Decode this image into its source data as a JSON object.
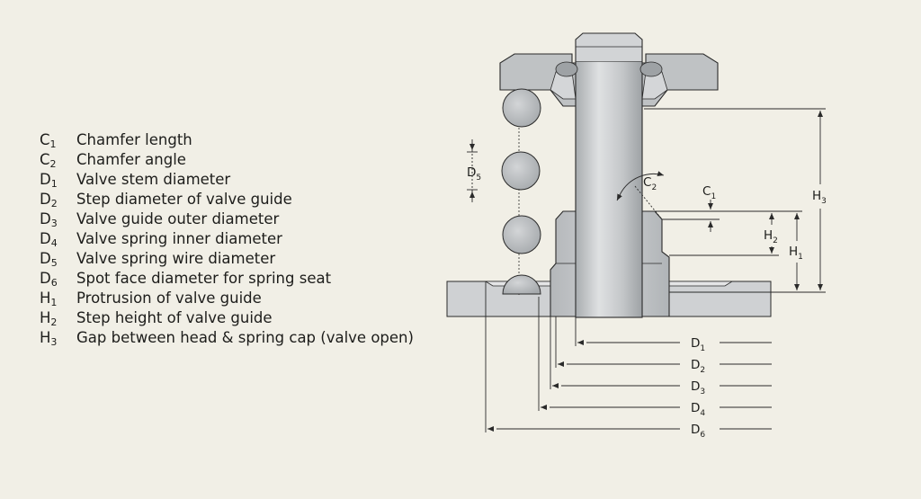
{
  "legend": [
    {
      "sym": "C",
      "sub": "1",
      "desc": "Chamfer length"
    },
    {
      "sym": "C",
      "sub": "2",
      "desc": "Chamfer angle"
    },
    {
      "sym": "D",
      "sub": "1",
      "desc": "Valve stem diameter"
    },
    {
      "sym": "D",
      "sub": "2",
      "desc": "Step diameter of valve guide"
    },
    {
      "sym": "D",
      "sub": "3",
      "desc": "Valve guide outer diameter"
    },
    {
      "sym": "D",
      "sub": "4",
      "desc": "Valve spring inner diameter"
    },
    {
      "sym": "D",
      "sub": "5",
      "desc": "Valve spring wire diameter"
    },
    {
      "sym": "D",
      "sub": "6",
      "desc": "Spot face diameter for spring seat"
    },
    {
      "sym": "H",
      "sub": "1",
      "desc": "Protrusion of valve guide"
    },
    {
      "sym": "H",
      "sub": "2",
      "desc": "Step height of valve guide"
    },
    {
      "sym": "H",
      "sub": "3",
      "desc": "Gap between head & spring cap (valve open)"
    }
  ],
  "labels": {
    "d5": {
      "sym": "D",
      "sub": "5"
    },
    "c2": {
      "sym": "C",
      "sub": "2"
    },
    "c1": {
      "sym": "C",
      "sub": "1"
    },
    "h3": {
      "sym": "H",
      "sub": "3"
    },
    "h2": {
      "sym": "H",
      "sub": "2"
    },
    "h1": {
      "sym": "H",
      "sub": "1"
    },
    "d1": {
      "sym": "D",
      "sub": "1"
    },
    "d2": {
      "sym": "D",
      "sub": "2"
    },
    "d3": {
      "sym": "D",
      "sub": "3"
    },
    "d4": {
      "sym": "D",
      "sub": "4"
    },
    "d6": {
      "sym": "D",
      "sub": "6"
    }
  },
  "colors": {
    "background": "#f1efe6",
    "metal": "#c6c8ca",
    "metal_light": "#dadcdd",
    "metal_dark": "#9ea2a5",
    "outline": "#2a2a2a"
  }
}
